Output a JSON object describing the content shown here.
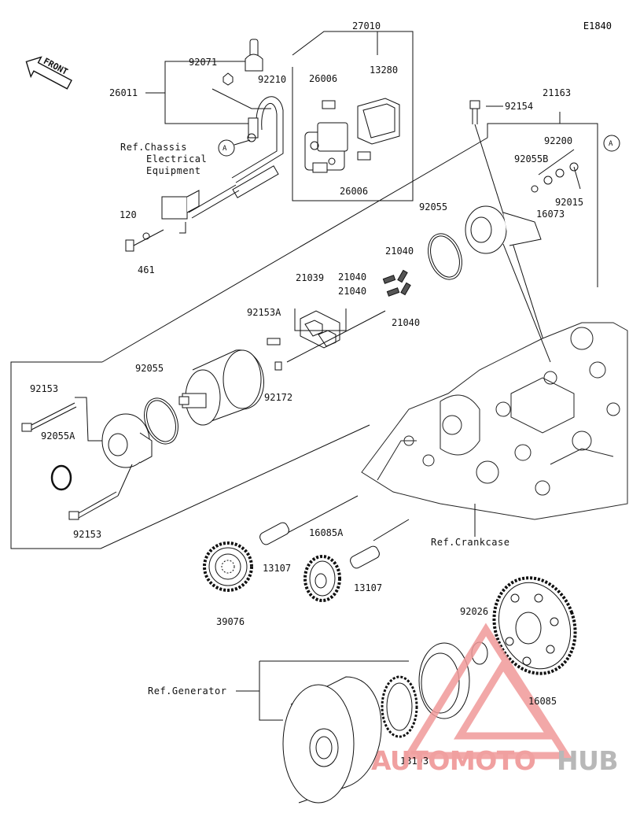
{
  "diagram": {
    "code": "E1840",
    "front_label": "FRONT",
    "callout_a": "A",
    "parts": {
      "p27010": "27010",
      "p26006a": "26006",
      "p13280": "13280",
      "p26006b": "26006",
      "p92071": "92071",
      "p92210": "92210",
      "p26011": "26011",
      "p92154": "92154",
      "p21163": "21163",
      "p92200": "92200",
      "p92055B": "92055B",
      "p92015": "92015",
      "p16073": "16073",
      "p120": "120",
      "p461": "461",
      "p92055a": "92055",
      "p21040a": "21040",
      "p21040b": "21040",
      "p21040c": "21040",
      "p21040d": "21040",
      "p21039": "21039",
      "p92153A": "92153A",
      "p92055b": "92055",
      "p92172": "92172",
      "p92153a": "92153",
      "p92055A": "92055A",
      "p92153b": "92153",
      "p13107a": "13107",
      "p16085A": "16085A",
      "p13107b": "13107",
      "p39076": "39076",
      "p92026": "92026",
      "p16085": "16085",
      "p13193": "13193"
    },
    "refs": {
      "chassis_1": "Ref.Chassis",
      "chassis_2": "Electrical",
      "chassis_3": "Equipment",
      "crankcase": "Ref.Crankcase",
      "generator": "Ref.Generator"
    },
    "watermark": {
      "part1": "AUTOMOTO",
      "part2": "HUB",
      "color_a": "#f09a9a",
      "color_b": "#b5b5b5"
    }
  }
}
